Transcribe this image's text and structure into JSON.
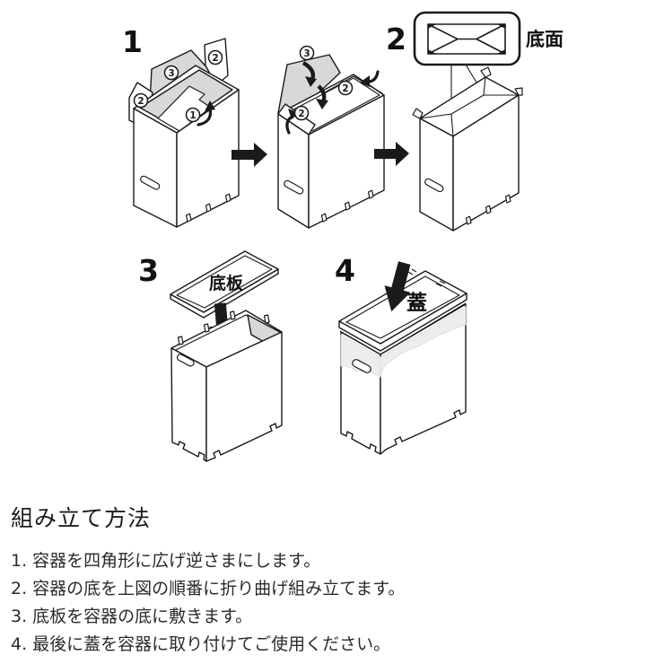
{
  "diagram": {
    "step_numbers": [
      "1",
      "2",
      "3",
      "4"
    ],
    "flap_numbers": {
      "first": "1",
      "second": "2",
      "third": "3"
    },
    "labels": {
      "bottom_face": "底面",
      "bottom_board": "底板",
      "lid": "蓋"
    }
  },
  "instructions": {
    "heading": "組み立て方法",
    "items": [
      "1. 容器を四角形に広げ逆さまにします。",
      "2. 容器の底を上図の順番に折り曲げ組み立てます。",
      "3. 底板を容器の底に敷きます。",
      "4. 最後に蓋を容器に取り付けてご使用ください。"
    ]
  },
  "colors": {
    "line": "#1a1a1a",
    "flap-fill": "#d8d8d8",
    "liner-fill": "#ededed",
    "background": "#ffffff"
  }
}
